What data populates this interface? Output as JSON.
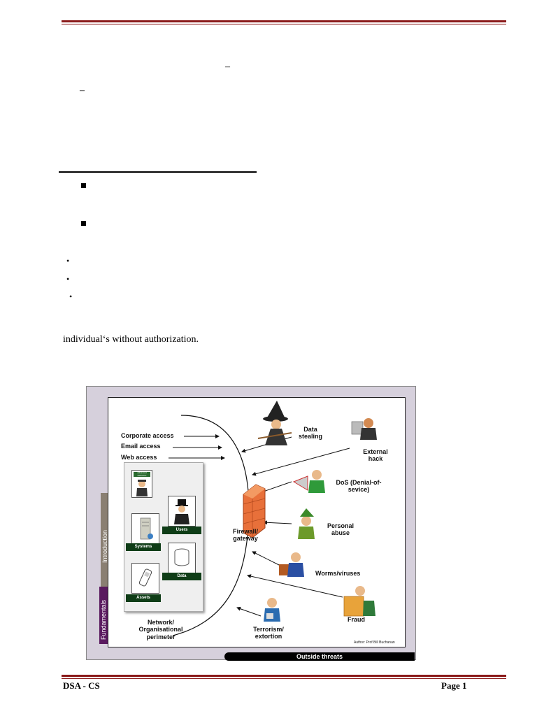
{
  "page": {
    "dashes": [
      "–",
      "–"
    ],
    "body_text": "individual‘s without authorization."
  },
  "figure": {
    "access_labels": [
      "Corporate access",
      "Email access",
      "Web access"
    ],
    "assets": {
      "title": "Advanced Detection",
      "users": "Users",
      "systems": "Systems",
      "data": "Data",
      "assets": "Assets"
    },
    "perimeter_label": "Network/\nOrganisational\nperimeter",
    "firewall_label": "Firewall/\ngateway",
    "threats": {
      "data_stealing": "Data\nstealing",
      "external_hack": "External\nhack",
      "dos": "DoS (Denial-of-\nsevice)",
      "personal_abuse": "Personal\nabuse",
      "worms": "Worms/viruses",
      "fraud": "Fraud",
      "terrorism": "Terrorism/\nextortion"
    },
    "author": "Author: Prof Bill Buchanan",
    "outside_threats": "Outside threats",
    "side_tabs": [
      "Introduction",
      "Fundamentals"
    ]
  },
  "footer": {
    "left": "DSA - CS",
    "right": "Page 1"
  }
}
